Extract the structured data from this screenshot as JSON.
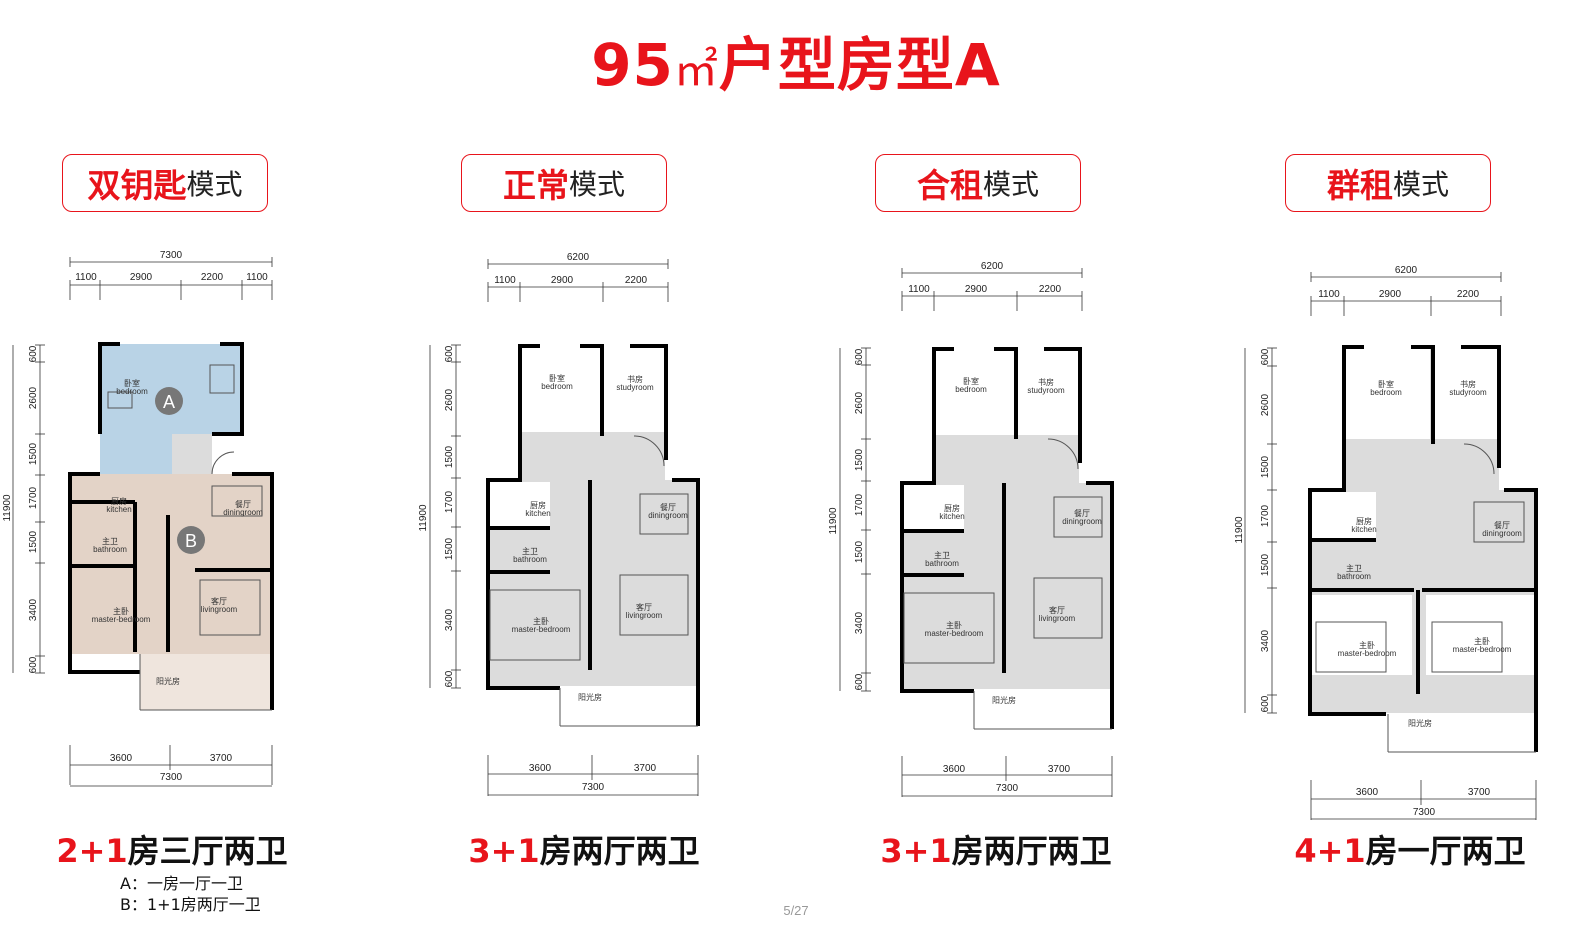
{
  "page": {
    "title_number": "95",
    "title_unit": "㎡",
    "title_rest": "户型房型A",
    "page_indicator": "5/27"
  },
  "modes": [
    {
      "bold": "双钥匙",
      "suffix": "模式"
    },
    {
      "bold": "正常",
      "suffix": "模式"
    },
    {
      "bold": "合租",
      "suffix": "模式"
    },
    {
      "bold": "群租",
      "suffix": "模式"
    }
  ],
  "room_types": [
    {
      "num": "2+1",
      "text": "房三厅两卫"
    },
    {
      "num": "3+1",
      "text": "房两厅两卫"
    },
    {
      "num": "3+1",
      "text": "房两厅两卫"
    },
    {
      "num": "4+1",
      "text": "房一厅两卫"
    }
  ],
  "notes": [
    "A：一房一厅一卫",
    "B：1+1房两厅一卫"
  ],
  "plans": [
    {
      "top_total": "7300",
      "top_segments": [
        "1100",
        "2900",
        "2200",
        "1100"
      ],
      "side_total": "11900",
      "side_segments": [
        "600",
        "2600",
        "1500",
        "1700",
        "1500",
        "3400",
        "600"
      ],
      "bottom_segments": [
        "3600",
        "3700"
      ],
      "bottom_total": "7300",
      "zone_markers": [
        "A",
        "B"
      ],
      "rooms": [
        {
          "cn": "卧室",
          "en": "bedroom"
        },
        {
          "cn": "厨房",
          "en": "kitchen"
        },
        {
          "cn": "餐厅",
          "en": "diningroom"
        },
        {
          "cn": "主卫",
          "en": "bathroom"
        },
        {
          "cn": "客厅",
          "en": "livingroom"
        },
        {
          "cn": "主卧",
          "en": "master-bedroom"
        },
        {
          "cn": "阳光房",
          "en": ""
        }
      ]
    },
    {
      "top_total": "6200",
      "top_segments": [
        "1100",
        "2900",
        "2200"
      ],
      "side_total": "11900",
      "side_segments": [
        "600",
        "2600",
        "1500",
        "1700",
        "1500",
        "3400",
        "600"
      ],
      "bottom_segments": [
        "3600",
        "3700"
      ],
      "bottom_total": "7300",
      "zone_markers": [],
      "rooms": [
        {
          "cn": "卧室",
          "en": "bedroom"
        },
        {
          "cn": "书房",
          "en": "studyroom"
        },
        {
          "cn": "厨房",
          "en": "kitchen"
        },
        {
          "cn": "餐厅",
          "en": "diningroom"
        },
        {
          "cn": "主卫",
          "en": "bathroom"
        },
        {
          "cn": "客厅",
          "en": "livingroom"
        },
        {
          "cn": "主卧",
          "en": "master-bedroom"
        },
        {
          "cn": "阳光房",
          "en": ""
        }
      ]
    },
    {
      "top_total": "6200",
      "top_segments": [
        "1100",
        "2900",
        "2200"
      ],
      "side_total": "11900",
      "side_segments": [
        "600",
        "2600",
        "1500",
        "1700",
        "1500",
        "3400",
        "600"
      ],
      "bottom_segments": [
        "3600",
        "3700"
      ],
      "bottom_total": "7300",
      "zone_markers": [],
      "rooms": [
        {
          "cn": "卧室",
          "en": "bedroom"
        },
        {
          "cn": "书房",
          "en": "studyroom"
        },
        {
          "cn": "厨房",
          "en": "kitchen"
        },
        {
          "cn": "餐厅",
          "en": "diningroom"
        },
        {
          "cn": "主卫",
          "en": "bathroom"
        },
        {
          "cn": "客厅",
          "en": "livingroom"
        },
        {
          "cn": "主卧",
          "en": "master-bedroom"
        },
        {
          "cn": "阳光房",
          "en": ""
        }
      ]
    },
    {
      "top_total": "6200",
      "top_segments": [
        "1100",
        "2900",
        "2200"
      ],
      "side_total": "11900",
      "side_segments": [
        "600",
        "2600",
        "1500",
        "1700",
        "1500",
        "3400",
        "600"
      ],
      "bottom_segments": [
        "3600",
        "3700"
      ],
      "bottom_total": "7300",
      "zone_markers": [],
      "rooms": [
        {
          "cn": "卧室",
          "en": "bedroom"
        },
        {
          "cn": "书房",
          "en": "studyroom"
        },
        {
          "cn": "厨房",
          "en": "kitchen"
        },
        {
          "cn": "餐厅",
          "en": "diningroom"
        },
        {
          "cn": "主卫",
          "en": "bathroom"
        },
        {
          "cn": "主卧",
          "en": "master-bedroom"
        },
        {
          "cn": "主卧",
          "en": "master-bedroom"
        },
        {
          "cn": "阳光房",
          "en": ""
        }
      ]
    }
  ],
  "colors": {
    "accent": "#e8141b",
    "zone_a": "#b9d3e6",
    "zone_b": "#e3d3c7",
    "floor": "#dcdcdc",
    "wall": "#000000"
  }
}
